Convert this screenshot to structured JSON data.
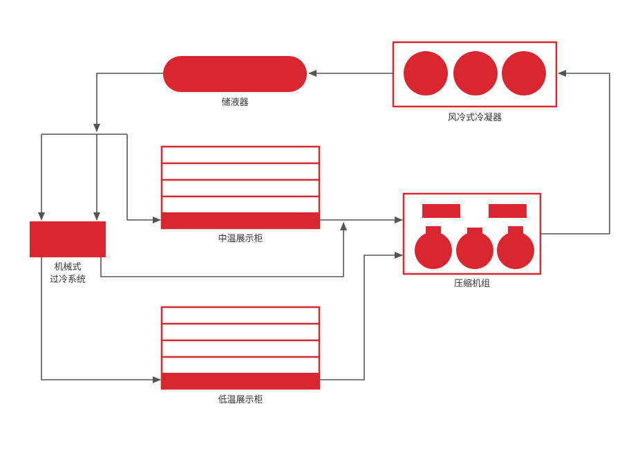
{
  "colors": {
    "accent": "#d9262f",
    "line": "#555555",
    "text": "#333333"
  },
  "labels": {
    "receiver": "储液器",
    "condenser": "风冷式冷凝器",
    "medium_cabinet": "中温展示柜",
    "subcooler_line1": "机械式",
    "subcooler_line2": "过冷系统",
    "compressor": "压缩机组",
    "low_cabinet": "低温展示柜"
  }
}
